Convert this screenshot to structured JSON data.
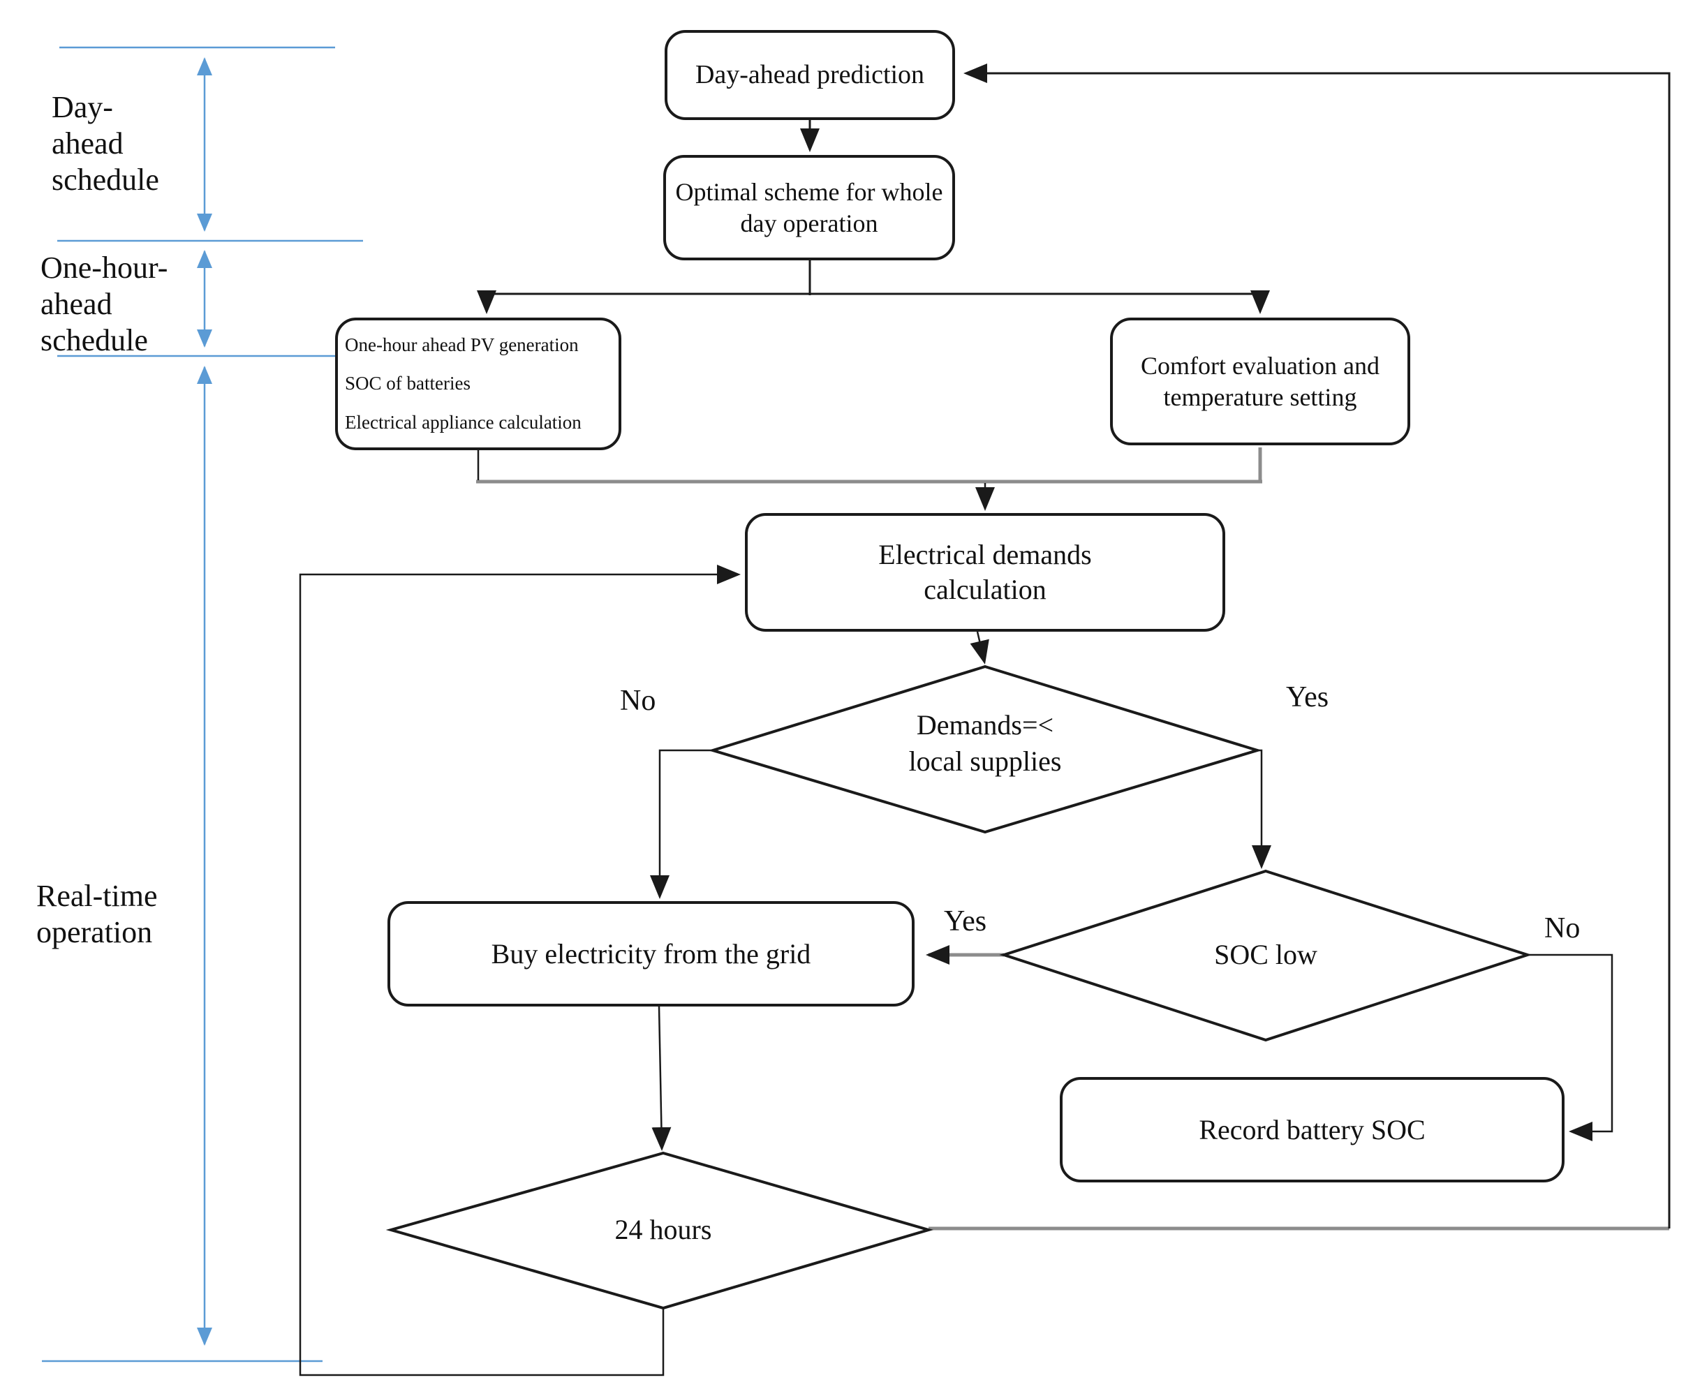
{
  "diagram": {
    "side_labels": {
      "day_ahead": "Day-\nahead\nschedule",
      "one_hour": "One-hour-\nahead\nschedule",
      "real_time": "Real-time\noperation"
    },
    "nodes": {
      "day_ahead_prediction": "Day-ahead prediction",
      "optimal_scheme": "Optimal scheme for whole\nday operation",
      "one_hour_inputs": "One-hour ahead PV generation\nSOC of batteries\nElectrical appliance calculation",
      "comfort_evaluation": "Comfort evaluation and\ntemperature setting",
      "electrical_demands": "Electrical demands\ncalculation",
      "buy_electricity": "Buy electricity from the grid",
      "record_battery_soc": "Record battery SOC"
    },
    "decisions": {
      "demands_vs_supplies": "Demands=<\nlocal supplies",
      "soc_low": "SOC low",
      "hours_24": "24 hours"
    },
    "branch_labels": {
      "demands_no": "No",
      "demands_yes": "Yes",
      "soc_yes": "Yes",
      "soc_no": "No"
    },
    "colors": {
      "line": "#1a1a1a",
      "gray_line": "#8c8c8c",
      "blue": "#5b9bd5"
    }
  }
}
